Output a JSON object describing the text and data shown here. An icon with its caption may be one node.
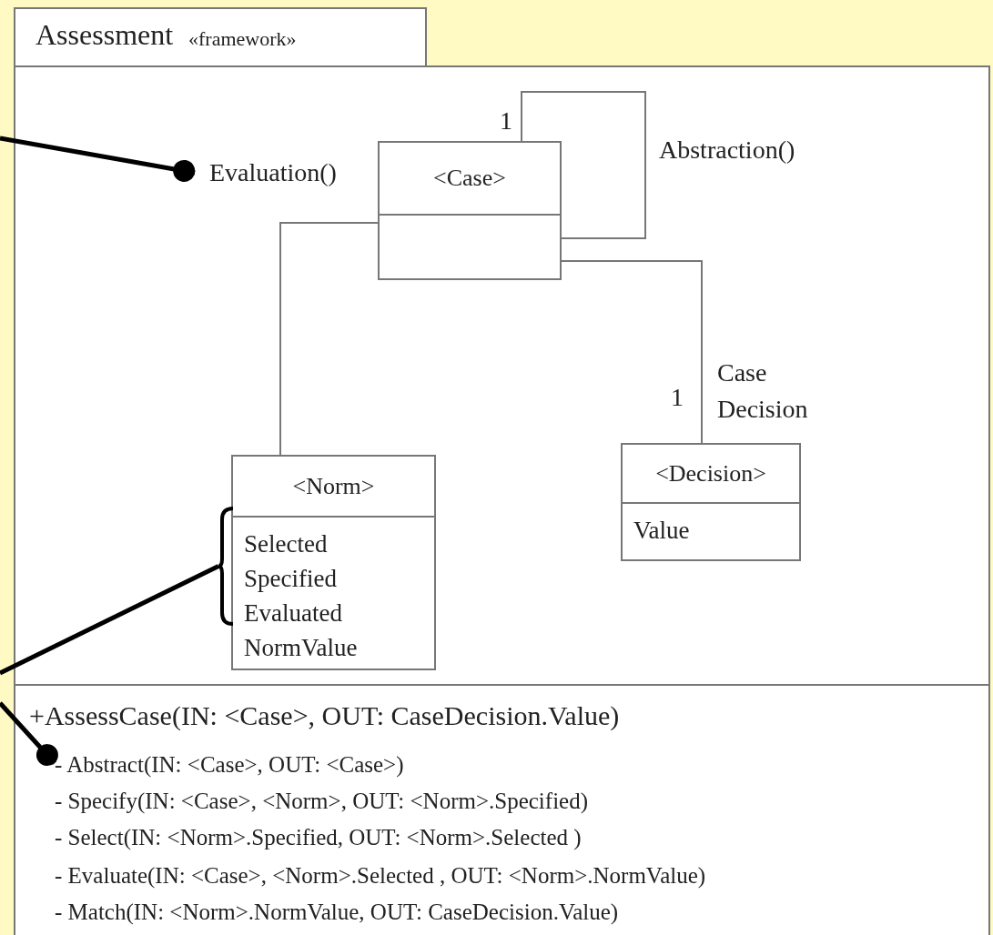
{
  "diagram": {
    "nodes": [
      {
        "text": [
          "Assessment",
          "«framework»"
        ]
      },
      {
        "text": [
          "Evaluation()"
        ],
        "in": 0
      },
      {
        "text": [
          "<Case>"
        ],
        "in": 0
      },
      {
        "text": [
          "<Norm>",
          "Selected",
          "Specified",
          "Evaluated",
          "NormValue"
        ],
        "in": 0
      },
      {
        "text": [],
        "shape": "bracket",
        "in": 0
      },
      {
        "text": [
          "<Decision>",
          "Value"
        ],
        "in": 0
      },
      {
        "text": [
          "+AssessCase(IN: <Case>, OUT: CaseDecision.Value)"
        ],
        "in": 0
      },
      {
        "text": [
          "- Abstract(IN: <Case>, OUT: <Case>)"
        ],
        "in": 6
      },
      {
        "text": [
          "- Specify(IN: <Case>, <Norm>, OUT: <Norm>.Specified)"
        ],
        "in": 6
      },
      {
        "text": [
          "- Select(IN: <Norm>.Specified, OUT: <Norm>.Selected )"
        ],
        "in": 6
      },
      {
        "text": [
          "- Evaluate(IN: <Case>, <Norm>.Selected , OUT: <Norm>.NormValue)"
        ],
        "in": 6
      },
      {
        "text": [
          "- Match(IN: <Norm>.NormValue, OUT: CaseDecision.Value)"
        ],
        "in": 6
      }
    ],
    "edges": [
      {
        "from": 2,
        "to": 2,
        "arrow": "none",
        "label": "Abstraction()"
      },
      {
        "from": 2,
        "to": 3,
        "arrow": "none"
      },
      {
        "from": 2,
        "to": 5,
        "arrow": "none",
        "label": "Case Decision"
      },
      {
        "from": null,
        "to": 1,
        "arrow": "other",
        "style": "thick",
        "color": "#000000"
      },
      {
        "from": null,
        "to": 4,
        "arrow": "none",
        "style": "thick",
        "color": "#000000"
      },
      {
        "from": null,
        "to": 7,
        "arrow": "other",
        "style": "thick",
        "color": "#000000"
      }
    ],
    "labels": [
      "1",
      "1"
    ]
  }
}
